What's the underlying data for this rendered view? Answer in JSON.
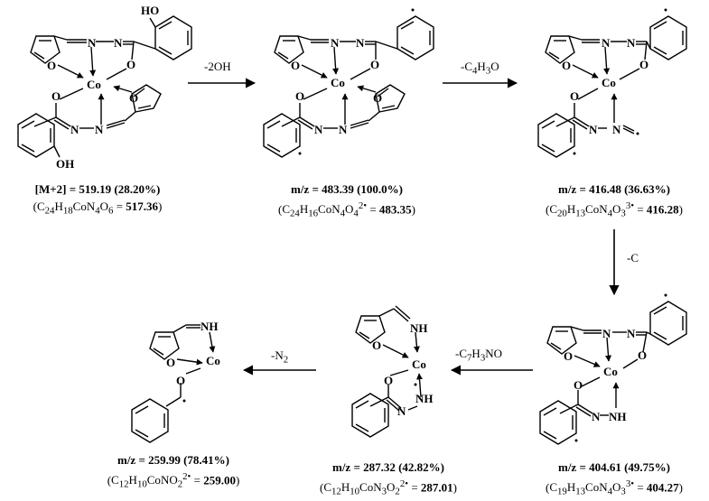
{
  "structures": [
    {
      "id": "s1",
      "atom_labels": {
        "co": "Co",
        "o_top": "O",
        "o_bot": "O",
        "o_fur1": "O",
        "o_fur2": "O",
        "n1": "N",
        "n2": "N",
        "n3": "N",
        "n4": "N",
        "oh_top": "HO",
        "oh_bot": "OH"
      },
      "caption": {
        "line1_bold": "[M+2] = 519.19 (28.20%)",
        "line2_pre": "(C",
        "formula": "C24H18CoN4O6",
        "line2_post": " = 517.36)"
      }
    },
    {
      "id": "s2",
      "atom_labels": {
        "co": "Co",
        "o_top": "O",
        "o_bot": "O",
        "o_fur1": "O",
        "o_fur2": "O",
        "n1": "N",
        "n2": "N",
        "n3": "N",
        "n4": "N"
      },
      "caption": {
        "line1_bold": "m/z = 483.39 (100.0%)",
        "formula": "C24H16CoN4O4",
        "charge": "2•",
        "value": "483.35"
      }
    },
    {
      "id": "s3",
      "atom_labels": {
        "co": "Co",
        "o_top": "O",
        "o_bot": "O",
        "o_fur1": "O",
        "n1": "N",
        "n2": "N",
        "n3": "N",
        "n4": "N"
      },
      "caption": {
        "line1_bold": "m/z = 416.48 (36.63%)",
        "formula": "C20H13CoN4O3",
        "charge": "3•",
        "value": "416.28"
      }
    },
    {
      "id": "s4",
      "atom_labels": {
        "co": "Co",
        "o_top": "O",
        "o_bot": "O",
        "o_fur1": "O",
        "n1": "N",
        "n2": "N",
        "n3": "N",
        "nh": "NH"
      },
      "caption": {
        "line1_bold": "m/z =  404.61 (49.75%)",
        "formula": "C19H13CoN4O3",
        "charge": "3•",
        "value": "404.27"
      }
    },
    {
      "id": "s5",
      "atom_labels": {
        "co": "Co",
        "o_bot": "O",
        "o_fur1": "O",
        "n3": "N",
        "nh_top": "NH",
        "nh_bot": "NH"
      },
      "caption": {
        "line1_bold": "m/z = 287.32 (42.82%)",
        "formula": "C12H10CoN3O2",
        "charge": "2•",
        "value": "287.01"
      }
    },
    {
      "id": "s6",
      "atom_labels": {
        "co": "Co",
        "o_bot": "O",
        "o_fur1": "O",
        "nh_top": "NH"
      },
      "caption": {
        "line1_bold": "m/z =  259.99 (78.41%)",
        "formula": "C12H10CoNO2",
        "charge": "2•",
        "value": "259.00"
      }
    }
  ],
  "arrows": [
    {
      "id": "a1",
      "label": "-2OH"
    },
    {
      "id": "a2",
      "label_pre": "-C",
      "label_sub": "4",
      "label_mid": "H",
      "label_sub2": "3",
      "label_post": "O"
    },
    {
      "id": "a3",
      "label": "-C"
    },
    {
      "id": "a4",
      "label_pre": "-C",
      "label_sub": "7",
      "label_mid": "H",
      "label_sub2": "3",
      "label_post": "NO"
    },
    {
      "id": "a5",
      "label_pre": "-N",
      "label_sub": "2",
      "label_post": ""
    }
  ],
  "colors": {
    "ink": "#000000",
    "background": "#ffffff"
  }
}
